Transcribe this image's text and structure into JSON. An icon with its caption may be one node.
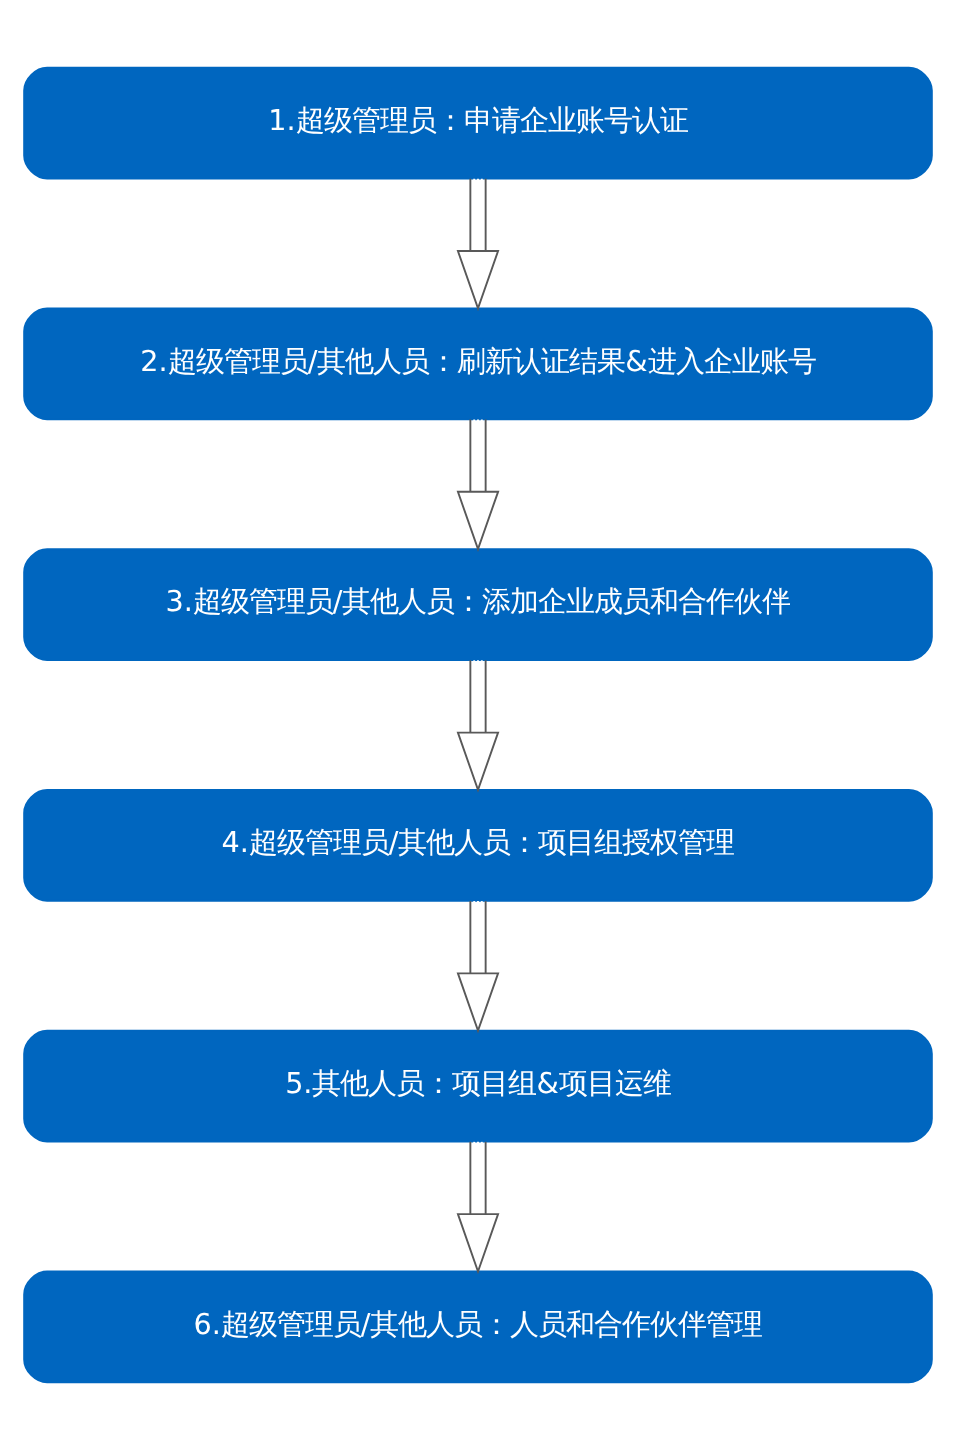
{
  "diagram": {
    "nodes": [
      {
        "text": [
          "1.超级管理员：申请企业账号认证"
        ]
      },
      {
        "text": [
          "2.超级管理员/其他人员：刷新认证结果&进入企业账号"
        ]
      },
      {
        "text": [
          "3.超级管理员/其他人员：添加企业成员和合作伙伴"
        ]
      },
      {
        "text": [
          "4.超级管理员/其他人员：项目组授权管理"
        ]
      },
      {
        "text": [
          "5.其他人员：项目组&项目运维"
        ]
      },
      {
        "text": [
          "6.超级管理员/其他人员：人员和合作伙伴管理"
        ]
      }
    ],
    "edges": [
      {
        "from": 0,
        "to": 1,
        "arrow": "to"
      },
      {
        "from": 1,
        "to": 2,
        "arrow": "to"
      },
      {
        "from": 2,
        "to": 3,
        "arrow": "to"
      },
      {
        "from": 3,
        "to": 4,
        "arrow": "to"
      },
      {
        "from": 4,
        "to": 5,
        "arrow": "to"
      }
    ]
  }
}
